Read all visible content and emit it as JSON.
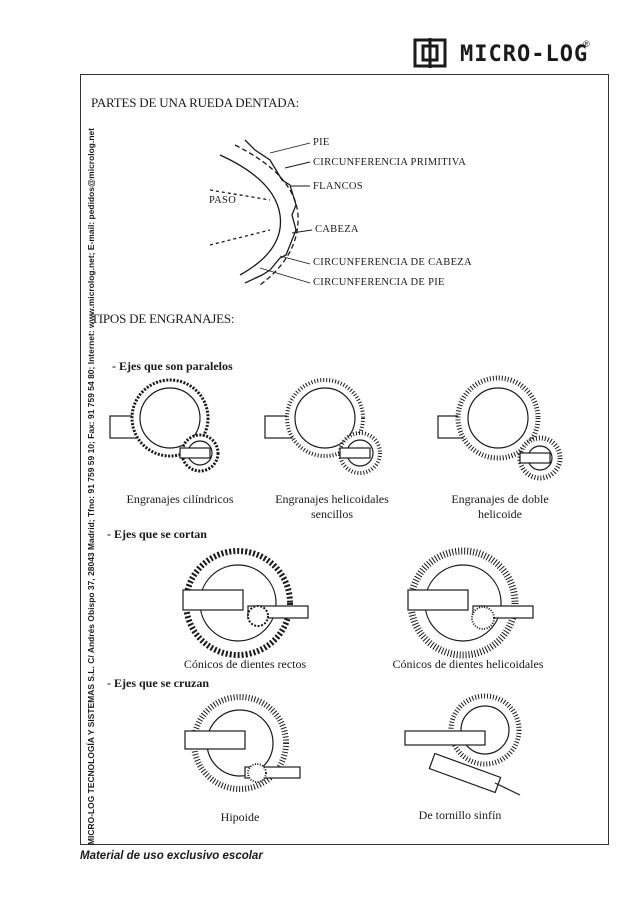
{
  "vertical_text": "MICRO-LOG TECNOLOGÍA Y SISTEMAS S.L.    C/ Andrés Obispo 37, 28043 Madrid; Tfno: 91 759 59 10; Fax: 91 759 54 80; Internet: www.microlog.net; E-mail: pedidos@microlog.net",
  "logo": {
    "text": "MICRO-LOG",
    "reg": "®"
  },
  "section1": {
    "title": "PARTES DE UNA RUEDA DENTADA:",
    "labels": {
      "pie": "PIE",
      "circ_primitiva": "CIRCUNFERENCIA PRIMITIVA",
      "flancos": "FLANCOS",
      "paso": "PASO",
      "cabeza": "CABEZA",
      "circ_cabeza": "CIRCUNFERENCIA DE CABEZA",
      "circ_pie": "CIRCUNFERENCIA DE PIE"
    }
  },
  "section2": {
    "title": "TIPOS DE ENGRANAJES:",
    "paralelos": {
      "heading": "- Ejes que son paralelos",
      "items": [
        "Engranajes cilíndricos",
        "Engranajes helicoidales sencillos",
        "Engranajes de doble helicoide"
      ]
    },
    "cortan": {
      "heading": "- Ejes que se cortan",
      "items": [
        "Cónicos de dientes rectos",
        "Cónicos de dientes helicoidales"
      ]
    },
    "cruzan": {
      "heading": "- Ejes que se cruzan",
      "items": [
        "Hipoide",
        "De tornillo sinfín"
      ]
    }
  },
  "footer": "Material de uso exclusivo escolar",
  "colors": {
    "ink": "#1a1a1a",
    "frame": "#333333"
  }
}
